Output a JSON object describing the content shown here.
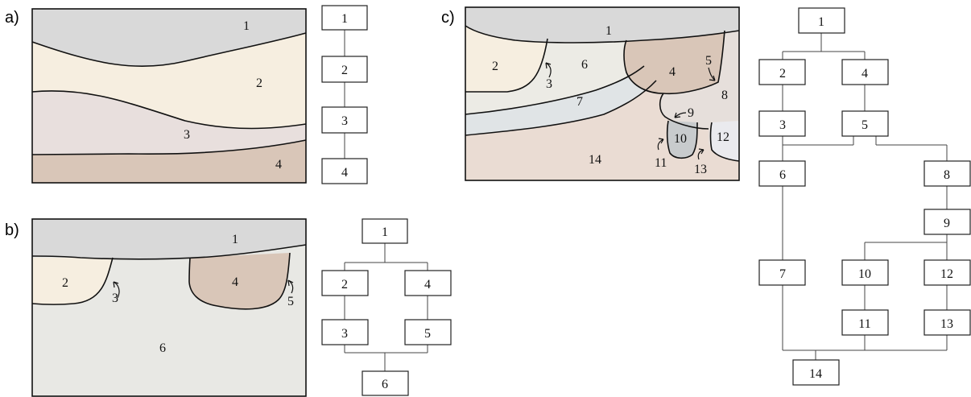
{
  "panels": {
    "a": {
      "letter": "a)",
      "colors": {
        "layer1": "#d9d9d9",
        "layer2": "#f6eee0",
        "layer3": "#e8dfdd",
        "layer4": "#d9c6b8"
      },
      "regions": [
        "1",
        "2",
        "3",
        "4"
      ],
      "graph": {
        "nodes": [
          "1",
          "2",
          "3",
          "4"
        ]
      }
    },
    "b": {
      "letter": "b)",
      "colors": {
        "cap": "#d9d9d9",
        "fill2": "#f6eee0",
        "fill4": "#d9c6b8",
        "bg6": "#e8e8e4"
      },
      "regions": [
        "1",
        "2",
        "3",
        "4",
        "5",
        "6"
      ],
      "graph": {
        "nodes": [
          "1",
          "2",
          "4",
          "3",
          "5",
          "6"
        ]
      }
    },
    "c": {
      "letter": "c)",
      "colors": {
        "cap": "#d9d9d9",
        "fill2": "#f6eee0",
        "fill4": "#d9c6b8",
        "fill6": "#ecebe5",
        "fill7": "#e0e4e6",
        "fill8": "#e6dfdb",
        "fill10": "#c8cbcd",
        "fill12": "#eaeaee",
        "bg14": "#eadcd3"
      },
      "regions": [
        "1",
        "2",
        "3",
        "4",
        "5",
        "6",
        "7",
        "8",
        "9",
        "10",
        "11",
        "12",
        "13",
        "14"
      ],
      "graph": {
        "nodes": [
          "1",
          "2",
          "4",
          "3",
          "5",
          "6",
          "8",
          "9",
          "7",
          "10",
          "12",
          "11",
          "13",
          "14"
        ]
      }
    }
  }
}
